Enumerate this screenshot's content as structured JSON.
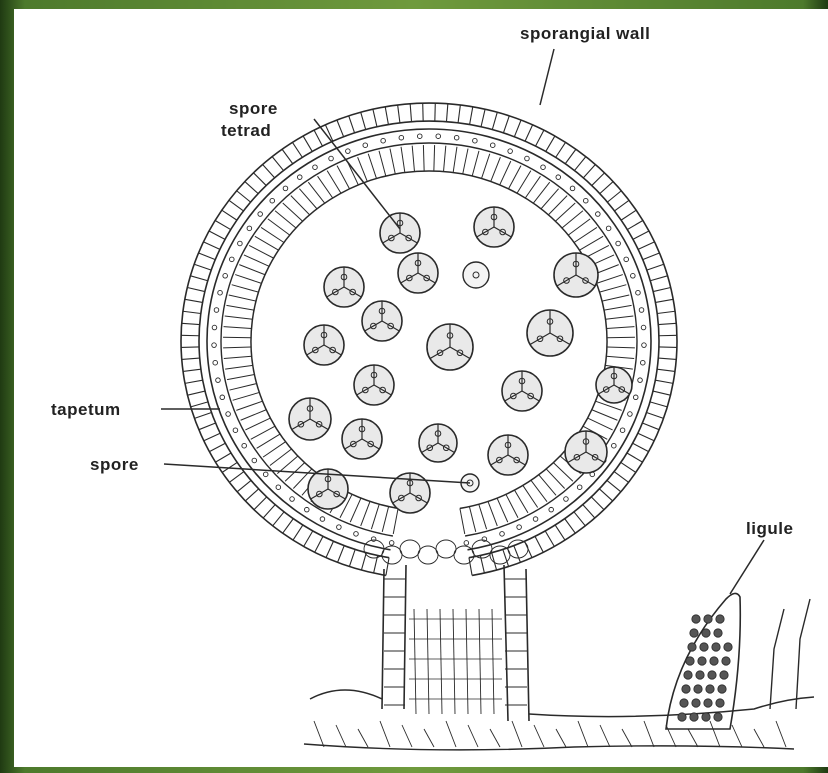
{
  "labels": {
    "sporangial_wall": "sporangial wall",
    "spore_tetrad_line1": "spore",
    "spore_tetrad_line2": "tetrad",
    "tapetum": "tapetum",
    "spore": "spore",
    "ligule": "ligule"
  },
  "colors": {
    "ink": "#2a2a2a",
    "frame": "#4d7a2c",
    "background": "#ffffff"
  }
}
